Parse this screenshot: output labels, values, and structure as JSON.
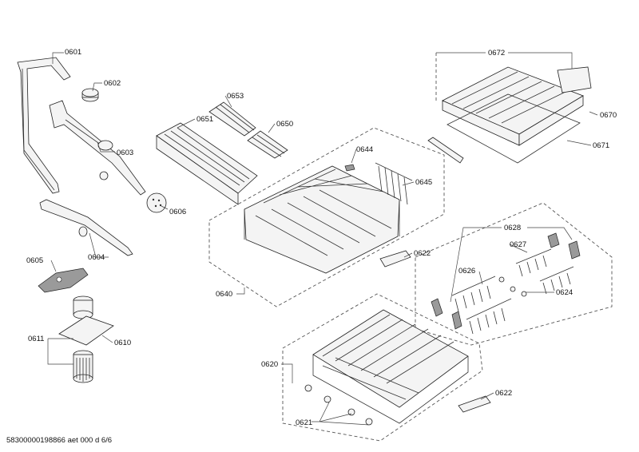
{
  "diagram": {
    "labels": {
      "p0601": "0601",
      "p0602": "0602",
      "p0603": "0603",
      "p0604": "0604",
      "p0605": "0605",
      "p0606": "0606",
      "p0610": "0610",
      "p0611": "0611",
      "p0620": "0620",
      "p0621": "0621",
      "p0622a": "0622",
      "p0622b": "0622",
      "p0624": "0624",
      "p0626": "0626",
      "p0627": "0627",
      "p0628": "0628",
      "p0640": "0640",
      "p0644": "0644",
      "p0645": "0645",
      "p0650": "0650",
      "p0651": "0651",
      "p0653": "0653",
      "p0670": "0670",
      "p0671": "0671",
      "p0672": "0672"
    },
    "footer": "58300000198866 aet 000 d 6/6"
  }
}
